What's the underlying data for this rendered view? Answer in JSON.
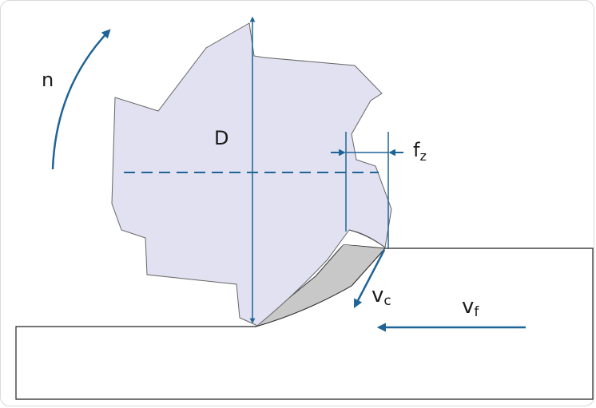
{
  "labels": {
    "rotation": "n",
    "diameter": "D",
    "feed_per_tooth_main": "f",
    "feed_per_tooth_sub": "z",
    "cutting_speed_main": "v",
    "cutting_speed_sub": "c",
    "feed_speed_main": "v",
    "feed_speed_sub": "f"
  },
  "colors": {
    "cutter_fill": "#e1e1f1",
    "cutter_stroke": "#666666",
    "arrow": "#1f6497",
    "chip_fill": "#c8c8c8",
    "workpiece_stroke": "#222222"
  }
}
